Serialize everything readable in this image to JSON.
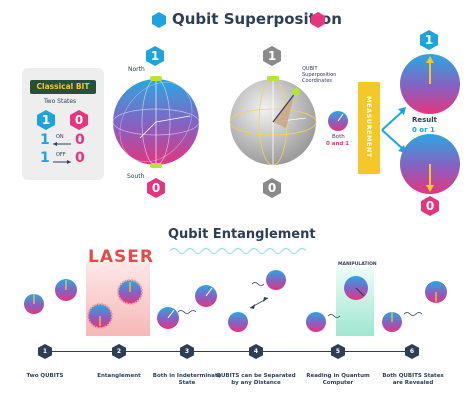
{
  "superposition": {
    "title": "Qubit Superposition",
    "classical": {
      "banner": "Classical BIT",
      "two_states": "Two States",
      "one": "1",
      "zero": "0",
      "on": "ON",
      "off": "OFF"
    },
    "sphere1": {
      "top": "1",
      "bottom": "0",
      "north": "North",
      "south": "South"
    },
    "sphere2": {
      "top": "1",
      "bottom": "0",
      "coord_label": "QUBIT Superposition Coordinates"
    },
    "both_label": "Both",
    "both_values": "0 and 1",
    "measurement": "MEASUREMENT",
    "result_label": "Result",
    "result_values": "0 or 1",
    "result_top": "1",
    "result_bottom": "0"
  },
  "entanglement": {
    "title": "Qubit Entanglement",
    "laser": "LASER",
    "manipulation": "MANIPULATION",
    "steps": [
      {
        "num": "1",
        "label": "Two QUBITS"
      },
      {
        "num": "2",
        "label": "Entanglement"
      },
      {
        "num": "3",
        "label": "Both in Indeterminate State"
      },
      {
        "num": "4",
        "label": "QUBITS can be Separated by any Distance"
      },
      {
        "num": "5",
        "label": "Reading in Quantum Computer"
      },
      {
        "num": "6",
        "label": "Both QUBITS States are Revealed"
      }
    ]
  },
  "colors": {
    "cyan": "#1fa3dc",
    "magenta": "#e5357f",
    "navy": "#2d3e55",
    "gray": "#8a8a8a",
    "yellow": "#f5c82a"
  }
}
